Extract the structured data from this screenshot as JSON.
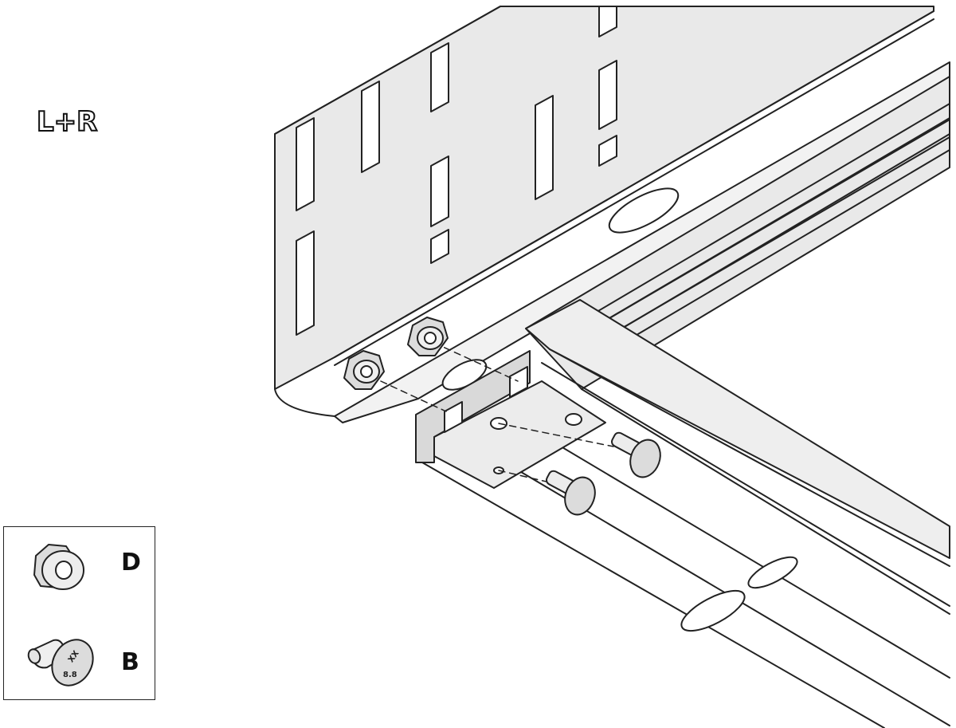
{
  "sides_label": "L+R",
  "legend": {
    "nut_letter": "D",
    "bolt_letter": "B",
    "bolt_marking_top": "XX",
    "bolt_marking_bottom": "8.8"
  },
  "colors": {
    "line": "#222222",
    "panel_fill": "#e9e9e9",
    "panel_dark": "#d4d4d4",
    "part_fill": "#dcdcdc",
    "hole_fill": "#ffffff"
  }
}
